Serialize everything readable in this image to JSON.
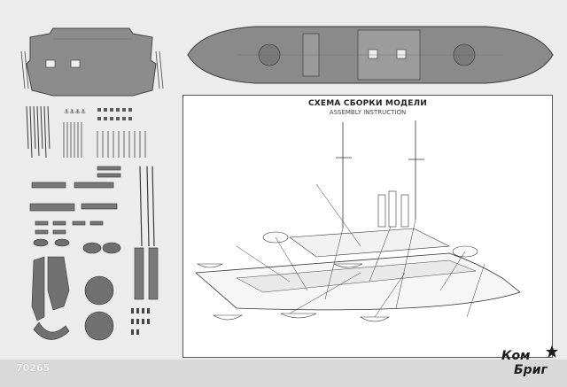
{
  "assembly": {
    "title_ru": "СХЕМА СБОРКИ МОДЕЛИ",
    "title_en": "ASSEMBLY INSTRUCTION"
  },
  "kit": {
    "number": "70265"
  },
  "brand": {
    "line1": "Ком",
    "line2": "Бриг",
    "star_icon": "star-icon"
  },
  "colors": {
    "sheet_bg": "#ececec",
    "part_fill": "#8a8a8a",
    "part_dark": "#4d4d4d",
    "line": "#333333"
  }
}
